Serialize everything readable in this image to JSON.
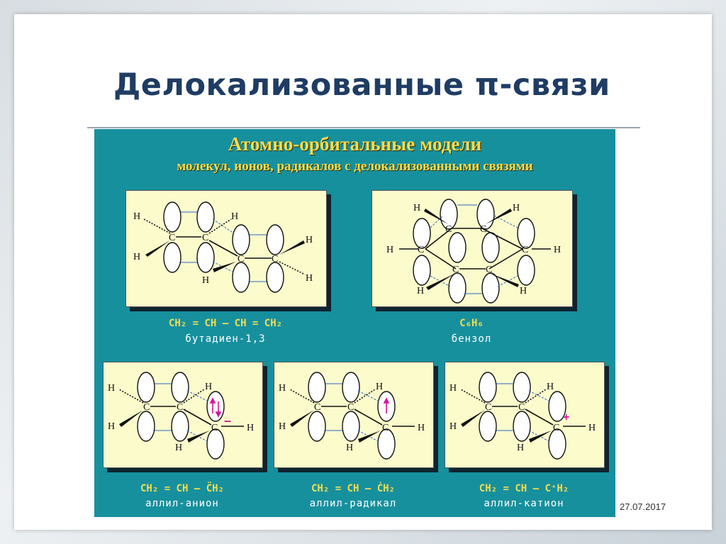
{
  "slide": {
    "title": "Делокализованные π-связи",
    "date": "27.07.2017"
  },
  "panel": {
    "title": "Атомно-орбитальные модели",
    "subtitle": "молекул, ионов, радикалов с делокализованными связями"
  },
  "molecules": [
    {
      "formula": "CH₂ = CH – CH = CH₂",
      "name": "бутадиен-1,3"
    },
    {
      "formula": "C₆H₆",
      "name": "бензол"
    },
    {
      "formula": "CH₂ = CH – C̈H₂",
      "name": "аллил-анион"
    },
    {
      "formula": "CH₂ = CH – ĊH₂",
      "name": "аллил-радикал"
    },
    {
      "formula": "CH₂ = CH – C⁺H₂",
      "name": "аллил-катион"
    }
  ],
  "atoms": {
    "carbon": "C",
    "hydrogen": "H",
    "anion_charge": "–",
    "cation_charge": "+"
  },
  "colors": {
    "panel": "#17909e",
    "box": "#fcfbcc",
    "heading": "#f3dd4e",
    "overlap": "#2b66c9",
    "electron_pair": "#d4169b",
    "title": "#1f3c63"
  }
}
